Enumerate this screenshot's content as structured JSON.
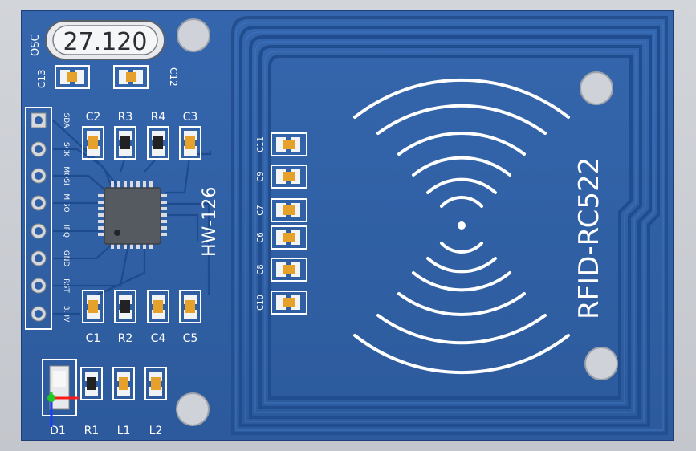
{
  "board": {
    "model": "RFID-RC522",
    "id": "HW-126",
    "osc_label": "OSC",
    "crystal": "27.120"
  },
  "components": {
    "c13": "C13",
    "c12": "C12",
    "c2": "C2",
    "r3": "R3",
    "r4": "R4",
    "c3": "C3",
    "c1": "C1",
    "r2": "R2",
    "c4": "C4",
    "c5": "C5",
    "d1": "D1",
    "r1": "R1",
    "l1": "L1",
    "l2": "L2",
    "c11": "C11",
    "c9": "C9",
    "c7": "C7",
    "c6": "C6",
    "c8": "C8",
    "c10": "C10"
  },
  "pins": [
    "SDA",
    "SCK",
    "MOSI",
    "MISO",
    "IRQ",
    "GND",
    "RST",
    "3.3V"
  ],
  "colors": {
    "pcb": "#2f5fa4",
    "trace": "#1e4a8e",
    "pad": "#ffffff",
    "smd_orange": "#e5a12a",
    "chip": "#555a60",
    "hole": "#cfd2d8"
  }
}
